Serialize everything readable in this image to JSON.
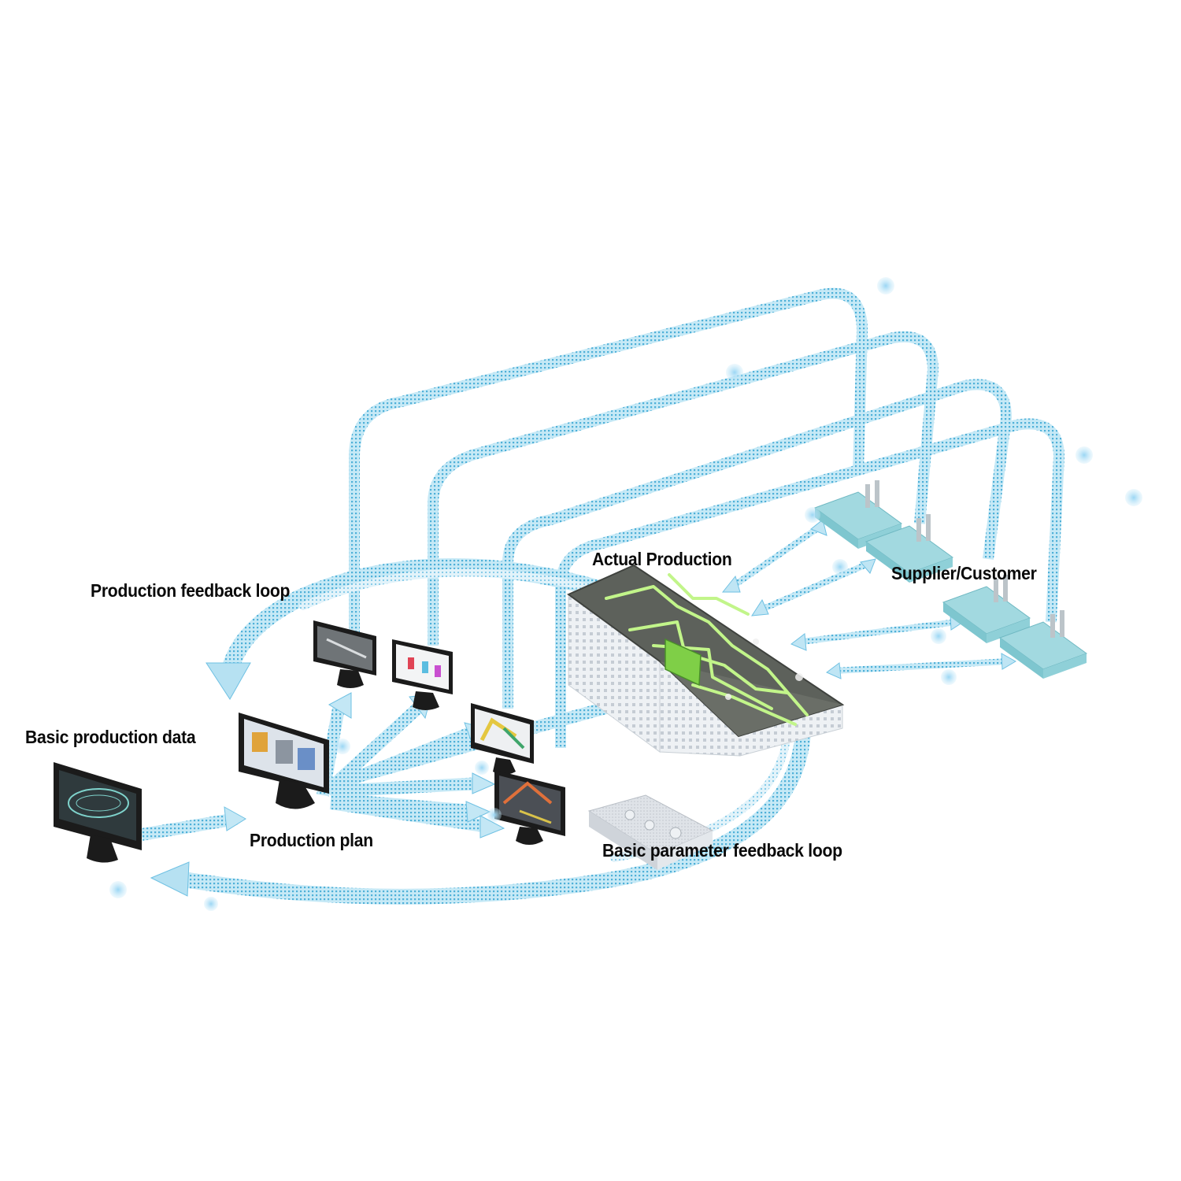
{
  "labels": {
    "production_feedback_loop": "Production feedback loop",
    "actual_production": "Actual Production",
    "supplier_customer": "Supplier/Customer",
    "basic_production_data": "Basic production data",
    "production_plan": "Production plan",
    "basic_parameter_feedback_loop": "Basic parameter feedback loop"
  },
  "colors": {
    "data_stream": "#5bb8dc",
    "data_stream_light": "#a9dcef",
    "dot": "#8fcff0",
    "factory_roof": "#5c5f58",
    "factory_wall": "#e9ecef",
    "circuit": "#b8f07a",
    "supplier_building": "#9fd6de",
    "monitor_frame": "#1b1b1b"
  },
  "icons": [
    "monitor-basic-data-icon",
    "monitor-plan-icon",
    "monitor-video-icon",
    "monitor-chart-icon",
    "monitor-robot-arm-icon",
    "monitor-simulation-icon",
    "factory-building-icon",
    "supplier-plant-icon",
    "control-panel-icon"
  ]
}
